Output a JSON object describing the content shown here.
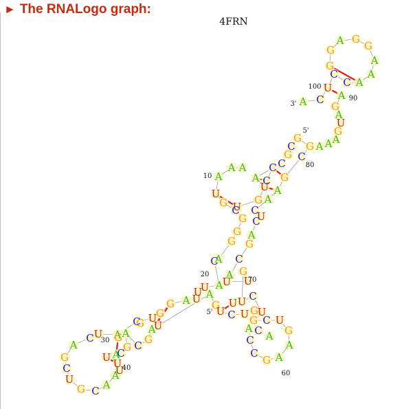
{
  "header": {
    "arrow_icon": "triangle-right-icon",
    "title": "The RNALogo graph:"
  },
  "diagram": {
    "structure_id": "4FRN",
    "colors": {
      "A": "#2fbf24",
      "C": "#1a1ad6",
      "G": "#f29a1a",
      "U": "#b8281a",
      "pair_link": "#e02010",
      "backbone": "#777777",
      "header": "#c8290f"
    },
    "nucleotides": [
      {
        "id": "n1",
        "letter": "G"
      },
      {
        "id": "n2",
        "letter": "A"
      },
      {
        "id": "n3",
        "letter": "G"
      },
      {
        "id": "n4",
        "letter": "G"
      },
      {
        "id": "n5",
        "letter": "A"
      },
      {
        "id": "n6",
        "letter": "A"
      },
      {
        "id": "n7",
        "letter": "A"
      },
      {
        "id": "n8",
        "letter": "C"
      },
      {
        "id": "n9",
        "letter": "G"
      },
      {
        "id": "n10",
        "letter": "C"
      },
      {
        "id": "n11",
        "letter": "U"
      },
      {
        "id": "n12",
        "letter": "A"
      },
      {
        "id": "n13",
        "letter": "C"
      },
      {
        "id": "n14",
        "letter": "A"
      },
      {
        "id": "n15",
        "letter": "G"
      },
      {
        "id": "n16",
        "letter": "A"
      },
      {
        "id": "n17",
        "letter": "U"
      },
      {
        "id": "n18",
        "letter": "G"
      },
      {
        "id": "n19",
        "letter": "A"
      },
      {
        "id": "n20",
        "letter": "A"
      },
      {
        "id": "n21",
        "letter": "A"
      },
      {
        "id": "n22",
        "letter": "G"
      },
      {
        "id": "n23",
        "letter": "C"
      },
      {
        "id": "n24",
        "letter": "G"
      },
      {
        "id": "n25",
        "letter": "C"
      },
      {
        "id": "n26",
        "letter": "G"
      },
      {
        "id": "n27",
        "letter": "C"
      },
      {
        "id": "n28",
        "letter": "C"
      },
      {
        "id": "n29",
        "letter": "G"
      },
      {
        "id": "n30",
        "letter": "A"
      },
      {
        "id": "n31",
        "letter": "A"
      },
      {
        "id": "n32",
        "letter": "C"
      },
      {
        "id": "n33",
        "letter": "A"
      },
      {
        "id": "n34",
        "letter": "U"
      },
      {
        "id": "n35",
        "letter": "G"
      },
      {
        "id": "n36",
        "letter": "A"
      },
      {
        "id": "n37",
        "letter": "U"
      },
      {
        "id": "n38",
        "letter": "A"
      },
      {
        "id": "n39",
        "letter": "A"
      },
      {
        "id": "n40",
        "letter": "U"
      },
      {
        "id": "n41",
        "letter": "G"
      },
      {
        "id": "n42",
        "letter": "C"
      },
      {
        "id": "n43",
        "letter": "C"
      },
      {
        "id": "n44",
        "letter": "U"
      },
      {
        "id": "n45",
        "letter": "C"
      },
      {
        "id": "n46",
        "letter": "G"
      },
      {
        "id": "n47",
        "letter": "A"
      },
      {
        "id": "n48",
        "letter": "G"
      },
      {
        "id": "n49",
        "letter": "G"
      },
      {
        "id": "n50",
        "letter": "C"
      },
      {
        "id": "n51",
        "letter": "G"
      },
      {
        "id": "n52",
        "letter": "A"
      },
      {
        "id": "n53",
        "letter": "U"
      },
      {
        "id": "n54",
        "letter": "A"
      },
      {
        "id": "n55",
        "letter": "A"
      },
      {
        "id": "n56",
        "letter": "G"
      },
      {
        "id": "n57",
        "letter": "U"
      },
      {
        "id": "n58",
        "letter": "C"
      },
      {
        "id": "n59",
        "letter": "U"
      },
      {
        "id": "n60",
        "letter": "A"
      },
      {
        "id": "n61",
        "letter": "U"
      },
      {
        "id": "n62",
        "letter": "U"
      },
      {
        "id": "n63",
        "letter": "A"
      },
      {
        "id": "n64",
        "letter": "G"
      },
      {
        "id": "n65",
        "letter": "G"
      },
      {
        "id": "n66",
        "letter": "U"
      },
      {
        "id": "n67",
        "letter": "G"
      },
      {
        "id": "n68",
        "letter": "C"
      },
      {
        "id": "n69",
        "letter": "U"
      },
      {
        "id": "n70",
        "letter": "A"
      },
      {
        "id": "n71",
        "letter": "G"
      },
      {
        "id": "n72",
        "letter": "C"
      },
      {
        "id": "n73",
        "letter": "A"
      },
      {
        "id": "n74",
        "letter": "A"
      },
      {
        "id": "n75",
        "letter": "U"
      },
      {
        "id": "n76",
        "letter": "C"
      },
      {
        "id": "n77",
        "letter": "A"
      },
      {
        "id": "n78",
        "letter": "G"
      },
      {
        "id": "n79",
        "letter": "C"
      },
      {
        "id": "n80",
        "letter": "U"
      },
      {
        "id": "n81",
        "letter": "G"
      },
      {
        "id": "n82",
        "letter": "C"
      },
      {
        "id": "n83",
        "letter": "A"
      },
      {
        "id": "n84",
        "letter": "A"
      },
      {
        "id": "n85",
        "letter": "U"
      },
      {
        "id": "n86",
        "letter": "C"
      },
      {
        "id": "n87",
        "letter": "G"
      },
      {
        "id": "n88",
        "letter": "G"
      },
      {
        "id": "n89",
        "letter": "U"
      },
      {
        "id": "n90",
        "letter": "A"
      },
      {
        "id": "n91",
        "letter": "U"
      },
      {
        "id": "n92",
        "letter": "G"
      },
      {
        "id": "n93",
        "letter": "U"
      },
      {
        "id": "n94",
        "letter": "C"
      },
      {
        "id": "n95",
        "letter": "U"
      },
      {
        "id": "n96",
        "letter": "U"
      },
      {
        "id": "n97",
        "letter": "C"
      },
      {
        "id": "n98",
        "letter": "U"
      },
      {
        "id": "n99",
        "letter": "G"
      },
      {
        "id": "n100",
        "letter": "U"
      },
      {
        "id": "n101",
        "letter": "G"
      },
      {
        "id": "n102",
        "letter": "C"
      },
      {
        "id": "n103",
        "letter": "U"
      },
      {
        "id": "n104",
        "letter": "G"
      },
      {
        "id": "n105",
        "letter": "A"
      },
      {
        "id": "n106",
        "letter": "A"
      },
      {
        "id": "n107",
        "letter": "G"
      },
      {
        "id": "n108",
        "letter": "C"
      },
      {
        "id": "n109",
        "letter": "C"
      },
      {
        "id": "n110",
        "letter": "A"
      },
      {
        "id": "n111",
        "letter": "C"
      },
      {
        "id": "n112",
        "letter": "A"
      }
    ],
    "labels": [
      {
        "id": "l1",
        "text": "100"
      },
      {
        "id": "l2",
        "text": "90"
      },
      {
        "id": "l3",
        "text": "3'"
      },
      {
        "id": "l4",
        "text": "5'"
      },
      {
        "id": "l5",
        "text": "80"
      },
      {
        "id": "l6",
        "text": "10"
      },
      {
        "id": "l7",
        "text": "20"
      },
      {
        "id": "l8",
        "text": "70"
      },
      {
        "id": "l9",
        "text": "5'"
      },
      {
        "id": "l10",
        "text": "30"
      },
      {
        "id": "l11",
        "text": "40"
      },
      {
        "id": "l12",
        "text": "60"
      }
    ]
  }
}
